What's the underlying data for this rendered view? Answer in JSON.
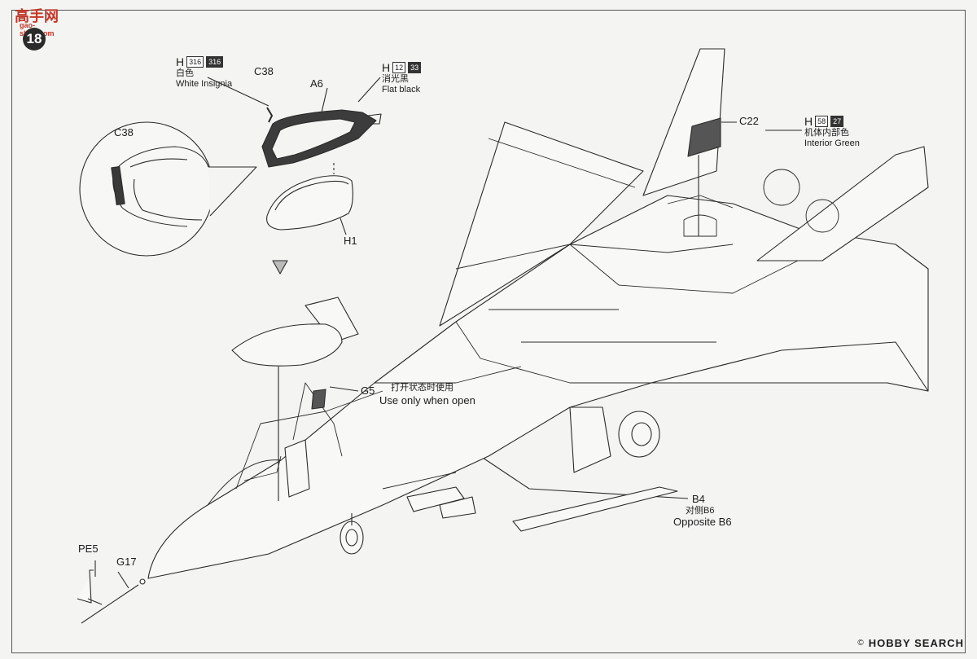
{
  "header": {
    "site_logo_text": "高手网",
    "site_logo_url": "gao-shou.com",
    "step_number": "18"
  },
  "paint_callouts": {
    "white": {
      "letter": "H",
      "code1": "316",
      "code2": "316",
      "label_cn": "白色",
      "label_en": "White Insignia"
    },
    "black": {
      "letter": "H",
      "code1": "12",
      "code2": "33",
      "label_cn": "消光黑",
      "label_en": "Flat black"
    },
    "green": {
      "letter": "H",
      "code1": "58",
      "code2": "27",
      "label_cn": "机体内部色",
      "label_en": "Interior Green"
    }
  },
  "parts": {
    "c38_detail": "C38",
    "c38_main": "C38",
    "a6": "A6",
    "h1": "H1",
    "c22": "C22",
    "g5": "G5",
    "b4": "B4",
    "pe5": "PE5",
    "g17": "G17"
  },
  "notes": {
    "g5_cn": "打开状态时使用",
    "g5_en": "Use only when open",
    "b4_cn": "对侧B6",
    "b4_en": "Opposite B6"
  },
  "footer": {
    "mark": "©",
    "brand": "HOBBY SEARCH"
  }
}
